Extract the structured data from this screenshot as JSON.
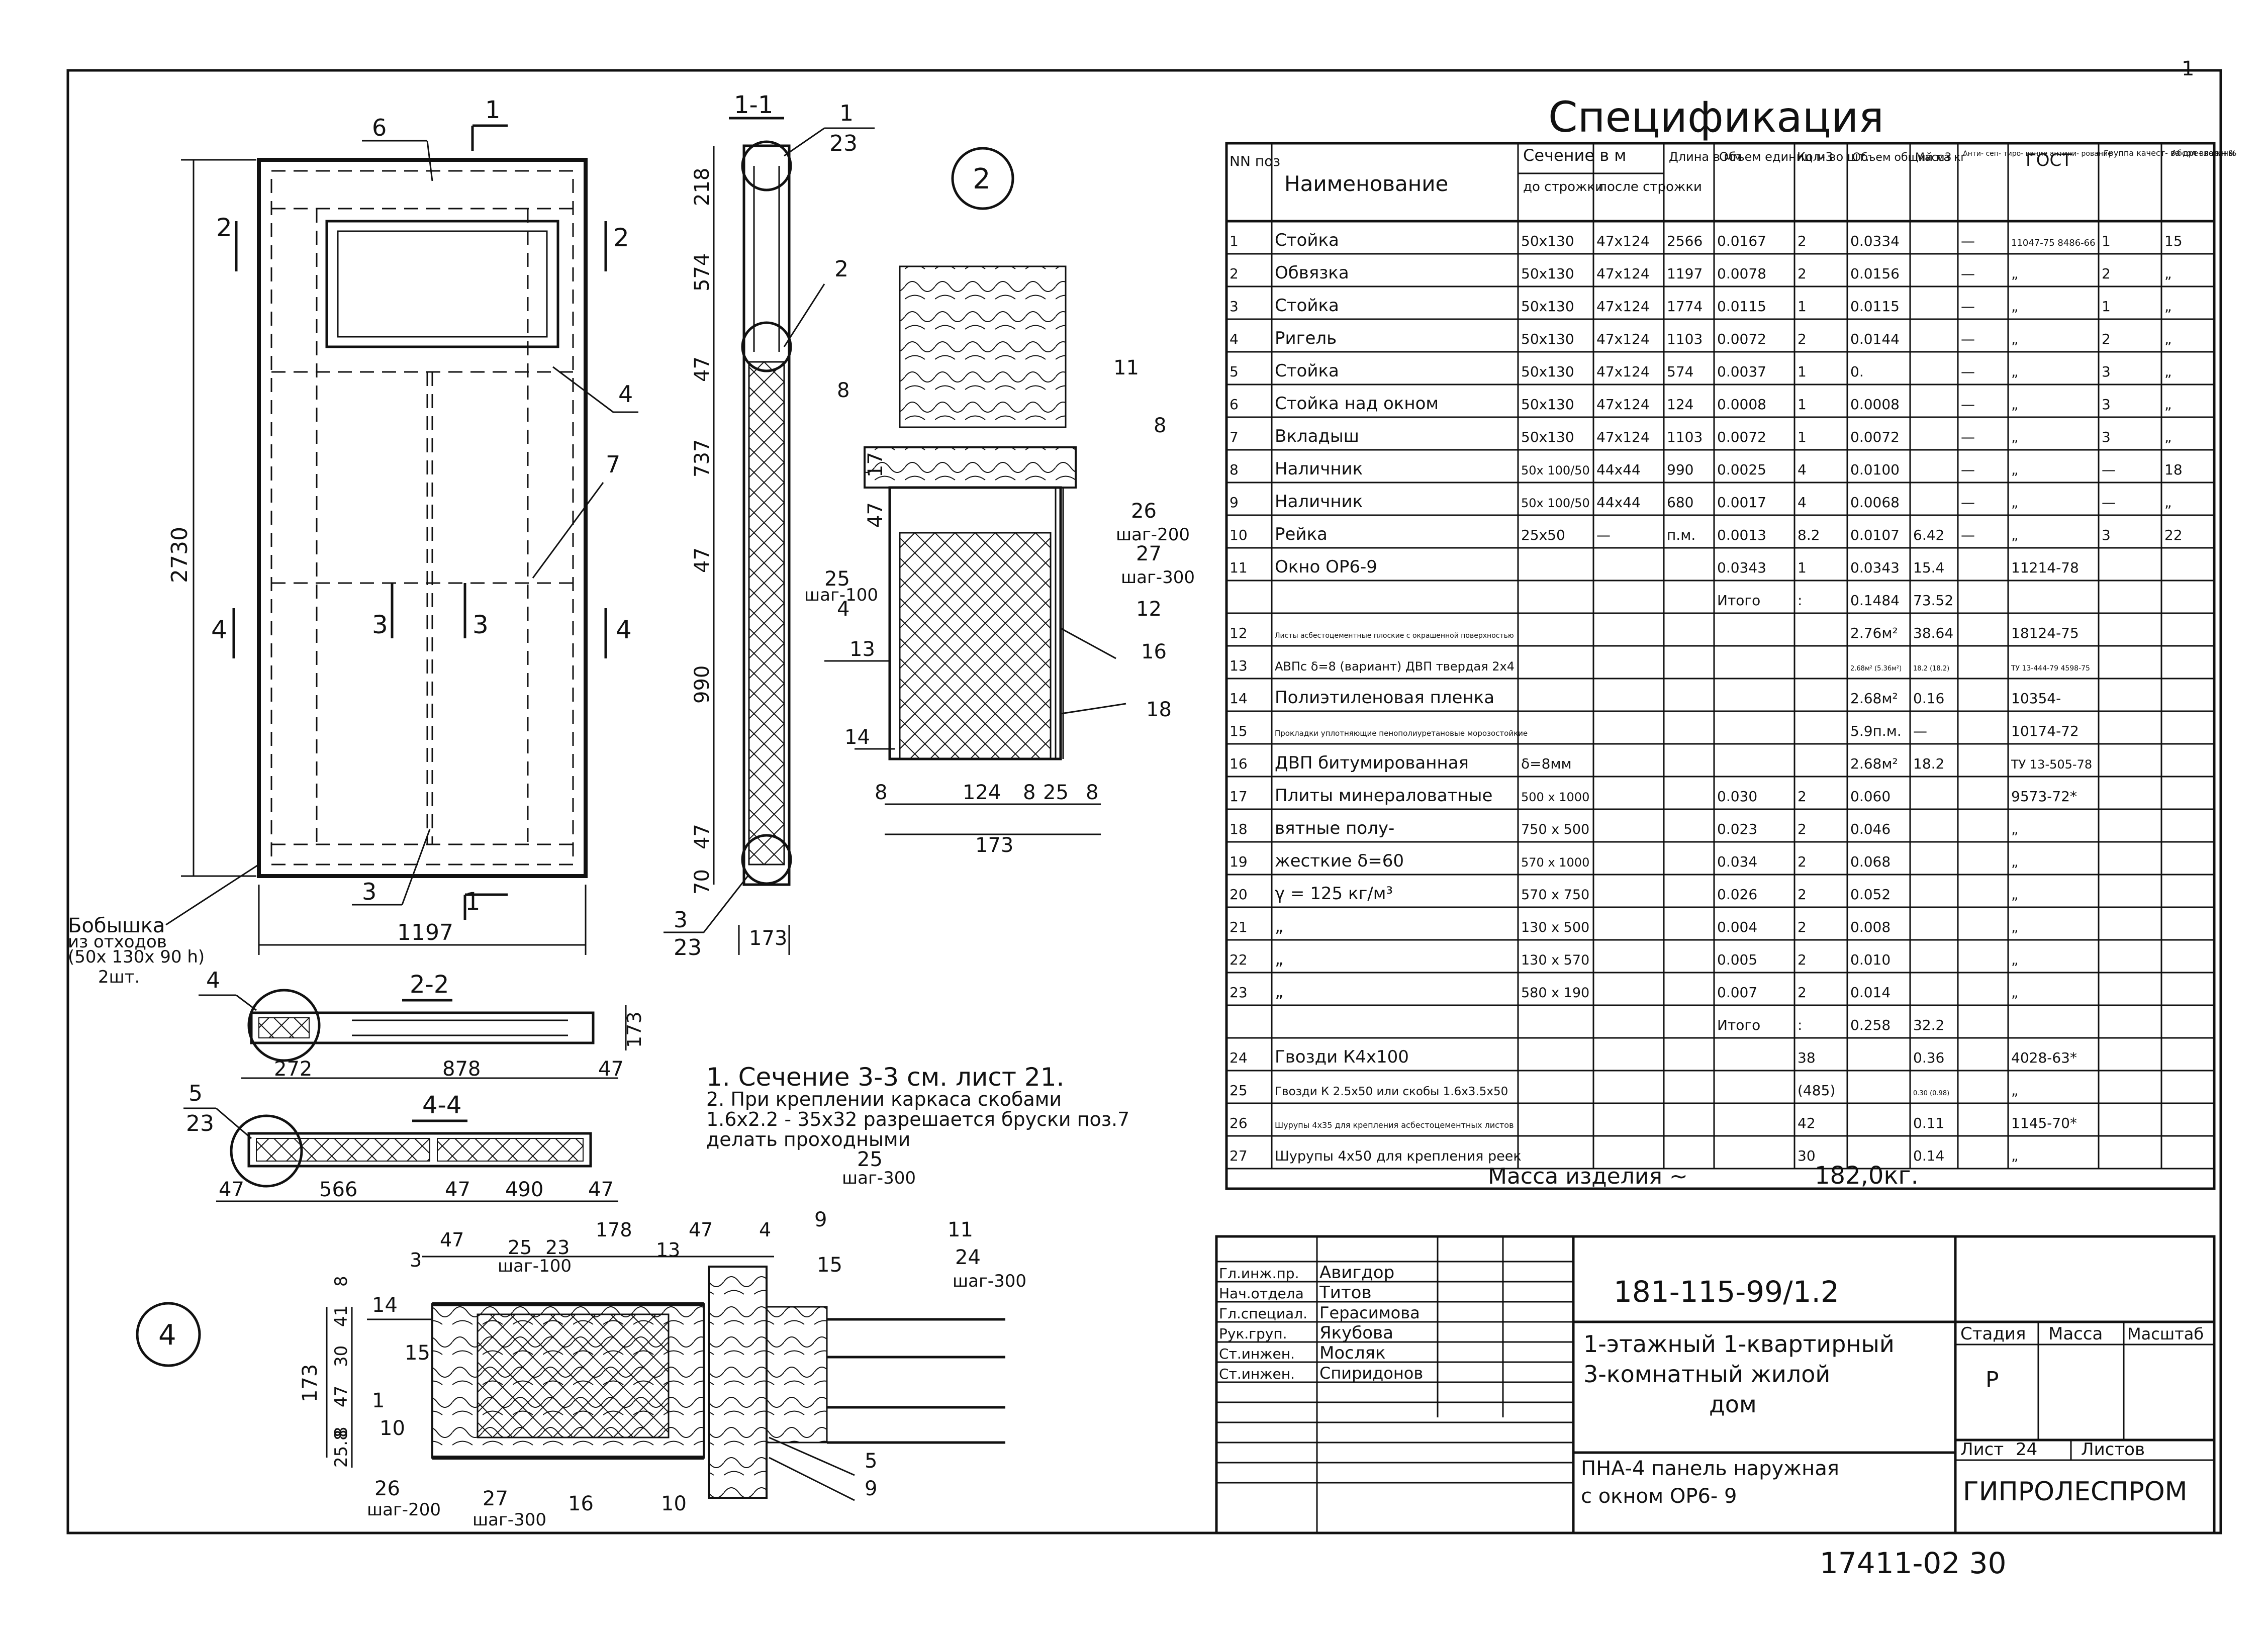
{
  "sheet_corner_mark": "1",
  "detail_markers": {
    "d2": "2",
    "d4": "4"
  },
  "elevation": {
    "height": "2730",
    "width": "1197",
    "section_tags": [
      "1",
      "1",
      "2",
      "2",
      "3",
      "3",
      "4",
      "4"
    ],
    "callouts": {
      "c6": "6",
      "c4": "4",
      "c7": "7",
      "c3": "3"
    },
    "boss_note": [
      "Бобышка",
      "из отходов",
      "(50x 130x 90 h)",
      "2шт."
    ]
  },
  "section_11": {
    "title": "1-1",
    "dims": [
      "218",
      "574",
      "47",
      "737",
      "47",
      "990",
      "47",
      "70"
    ],
    "callouts": {
      "top": "1",
      "top_sub": "23",
      "c2": "2",
      "bottom": "3",
      "bottom_sub": "23",
      "width": "173"
    }
  },
  "detail2": {
    "callouts": {
      "c8a": "8",
      "c11": "11",
      "c8b": "8",
      "c26": "26",
      "step200": "шаг-200",
      "c27": "27",
      "step300": "шаг-300",
      "c25": "25",
      "step100": "шаг-100",
      "c4": "4",
      "c12": "12",
      "c13": "13",
      "c16": "16",
      "c18": "18",
      "c14": "14",
      "d47": "47",
      "d17": "17"
    },
    "dims": [
      "8",
      "124",
      "8",
      "25",
      "8"
    ],
    "total": "173"
  },
  "section22": {
    "title": "2-2",
    "callout": "4",
    "dims": [
      "272",
      "878",
      "47"
    ],
    "depth": "173"
  },
  "section44": {
    "title": "4-4",
    "callout": "5",
    "callout_sub": "23",
    "dims": [
      "47",
      "566",
      "47",
      "490",
      "47"
    ]
  },
  "notes": [
    "1. Сечение 3-3 см. лист 21.",
    "2. При креплении каркаса скобами",
    "1.6x2.2 - 35x32 разрешается бруски поз.7",
    "делать    проходными"
  ],
  "detail4": {
    "top_dims": [
      "3",
      "47",
      "25",
      "23",
      "178",
      "13",
      "47",
      "4"
    ],
    "callouts": {
      "c25": "25",
      "step300": "шаг-300",
      "c9": "9",
      "c11": "11",
      "c14": "14",
      "c15a": "15",
      "c24": "24",
      "step300b": "шаг-300",
      "c15b": "15",
      "c1": "1",
      "c10": "10",
      "c5": "5",
      "c9b": "9",
      "c26": "26",
      "step200": "шаг-200",
      "c27": "27",
      "step300c": "шаг-300",
      "c16": "16",
      "c10b": "10",
      "step100": "шаг-100"
    },
    "left_dims": [
      "8",
      "41",
      "30",
      "47",
      "8",
      "25.8"
    ],
    "height": "173"
  },
  "spec": {
    "title": "Спецификация",
    "headers": {
      "nn": "NN поз",
      "name": "Наименование",
      "section": "Сечение в м",
      "before": "до строжки",
      "after": "после строжки",
      "length": "Длина в мм",
      "vol_unit": "Объем единиц м3",
      "count": "Кол- во шт.",
      "vol_total": "Объем общий м3",
      "mass": "Масса кг",
      "antisep": "Анти- сеп- тиро- вание антипи- рование",
      "gost": "ГОСТ",
      "group": "Группа качест- ва дре- весины",
      "abs": "Абсол влажн %"
    },
    "rows": [
      [
        "1",
        "Стойка",
        "50x130",
        "47x124",
        "2566",
        "0.0167",
        "2",
        "0.0334",
        "",
        "—",
        "11047-75 8486-66",
        "1",
        "15"
      ],
      [
        "2",
        "Обвязка",
        "50x130",
        "47x124",
        "1197",
        "0.0078",
        "2",
        "0.0156",
        "",
        "—",
        "„",
        "2",
        "„"
      ],
      [
        "3",
        "Стойка",
        "50x130",
        "47x124",
        "1774",
        "0.0115",
        "1",
        "0.0115",
        "",
        "—",
        "„",
        "1",
        "„"
      ],
      [
        "4",
        "Ригель",
        "50x130",
        "47x124",
        "1103",
        "0.0072",
        "2",
        "0.0144",
        "",
        "—",
        "„",
        "2",
        "„"
      ],
      [
        "5",
        "Стойка",
        "50x130",
        "47x124",
        "574",
        "0.0037",
        "1",
        "0.",
        "",
        "—",
        "„",
        "3",
        "„"
      ],
      [
        "6",
        "Стойка над окном",
        "50x130",
        "47x124",
        "124",
        "0.0008",
        "1",
        "0.0008",
        "",
        "—",
        "„",
        "3",
        "„"
      ],
      [
        "7",
        "Вкладыш",
        "50x130",
        "47x124",
        "1103",
        "0.0072",
        "1",
        "0.0072",
        "",
        "—",
        "„",
        "3",
        "„"
      ],
      [
        "8",
        "Наличник",
        "50x 100/50",
        "44x44",
        "990",
        "0.0025",
        "4",
        "0.0100",
        "",
        "—",
        "„",
        "—",
        "18"
      ],
      [
        "9",
        "Наличник",
        "50x 100/50",
        "44x44",
        "680",
        "0.0017",
        "4",
        "0.0068",
        "",
        "—",
        "„",
        "—",
        "„"
      ],
      [
        "10",
        "Рейка",
        "25x50",
        "—",
        "п.м.",
        "0.0013",
        "8.2",
        "0.0107",
        "6.42",
        "—",
        "„",
        "3",
        "22"
      ],
      [
        "11",
        "Окно ОР6-9",
        "",
        "",
        "",
        "0.0343",
        "1",
        "0.0343",
        "15.4",
        "",
        "11214-78",
        "",
        ""
      ],
      [
        "",
        "",
        "",
        "",
        "",
        "Итого",
        ":",
        "0.1484",
        "73.52",
        "",
        "",
        "",
        ""
      ],
      [
        "12",
        "Листы асбестоцементные плоские с окрашенной поверхностью",
        "",
        "",
        "",
        "",
        "",
        "2.76м²",
        "38.64",
        "",
        "18124-75",
        "",
        ""
      ],
      [
        "13",
        "АВПс δ=8 (вариант) ДВП твердая 2x4",
        "",
        "",
        "",
        "",
        "",
        "2.68м² (5.36м²)",
        "18.2 (18.2)",
        "",
        "ТУ 13-444-79 4598-75",
        "",
        ""
      ],
      [
        "14",
        "Полиэтиленовая пленка",
        "",
        "",
        "",
        "",
        "",
        "2.68м²",
        "0.16",
        "",
        "10354-",
        "",
        ""
      ],
      [
        "15",
        "Прокладки уплотняющие пенополиуретановые морозостойкие",
        "",
        "",
        "",
        "",
        "",
        "5.9п.м.",
        "—",
        "",
        "10174-72",
        "",
        ""
      ],
      [
        "16",
        "ДВП битумированная",
        "δ=8мм",
        "",
        "",
        "",
        "",
        "2.68м²",
        "18.2",
        "",
        "ТУ 13-505-78",
        "",
        ""
      ],
      [
        "17",
        "Плиты минераловатные",
        "500 x 1000",
        "",
        "",
        "0.030",
        "2",
        "0.060",
        "",
        "",
        "9573-72*",
        "",
        ""
      ],
      [
        "18",
        "вятные полу-",
        "750 x 500",
        "",
        "",
        "0.023",
        "2",
        "0.046",
        "",
        "",
        "„",
        "",
        ""
      ],
      [
        "19",
        "жесткие δ=60",
        "570 x 1000",
        "",
        "",
        "0.034",
        "2",
        "0.068",
        "",
        "",
        "„",
        "",
        ""
      ],
      [
        "20",
        "γ = 125 кг/м³",
        "570 x 750",
        "",
        "",
        "0.026",
        "2",
        "0.052",
        "",
        "",
        "„",
        "",
        ""
      ],
      [
        "21",
        "„",
        "130 x 500",
        "",
        "",
        "0.004",
        "2",
        "0.008",
        "",
        "",
        "„",
        "",
        ""
      ],
      [
        "22",
        "„",
        "130 x 570",
        "",
        "",
        "0.005",
        "2",
        "0.010",
        "",
        "",
        "„",
        "",
        ""
      ],
      [
        "23",
        "„",
        "580 x 190",
        "",
        "",
        "0.007",
        "2",
        "0.014",
        "",
        "",
        "„",
        "",
        ""
      ],
      [
        "",
        "",
        "",
        "",
        "",
        "Итого",
        ":",
        "0.258",
        "32.2",
        "",
        "",
        "",
        ""
      ],
      [
        "24",
        "Гвозди К4x100",
        "",
        "",
        "",
        "",
        "38",
        "",
        "0.36",
        "",
        "4028-63*",
        "",
        ""
      ],
      [
        "25",
        "Гвозди К 2.5x50 или скобы 1.6x3.5x50",
        "",
        "",
        "",
        "",
        "(485)",
        "",
        "0.30 (0.98)",
        "",
        "„",
        "",
        ""
      ],
      [
        "26",
        "Шурупы 4x35 для крепления асбестоцементных листов",
        "",
        "",
        "",
        "",
        "42",
        "",
        "0.11",
        "",
        "1145-70*",
        "",
        ""
      ],
      [
        "27",
        "Шурупы 4x50 для крепления реек",
        "",
        "",
        "",
        "",
        "30",
        "",
        "0.14",
        "",
        "„",
        "",
        ""
      ]
    ],
    "mass_label": "Масса  изделия  ~",
    "mass_value": "182,0кг."
  },
  "title_block": {
    "people": [
      [
        "Гл.инж.пр.",
        "Авигдор"
      ],
      [
        "Нач.отдела",
        "Титов"
      ],
      [
        "Гл.специал.",
        "Герасимова"
      ],
      [
        "Рук.груп.",
        "Якубова"
      ],
      [
        "Ст.инжен.",
        "Мосляк"
      ],
      [
        "Ст.инжен.",
        "Спиридонов"
      ]
    ],
    "doc_code": "181-115-99/1.2",
    "project": [
      "1-этажный 1-квартирный",
      "3-комнатный жилой",
      "дом"
    ],
    "panel": [
      "ПНА-4  панель наружная",
      "с окном  ОР6- 9"
    ],
    "stage_label": "Стадия",
    "mass_label": "Масса",
    "scale_label": "Масштаб",
    "stage": "Р",
    "sheet_label": "Лист",
    "sheet_no": "24",
    "sheets_label": "Листов",
    "org": "ГИПРОЛЕСПРОМ"
  },
  "footer_number": "17411-02  30"
}
